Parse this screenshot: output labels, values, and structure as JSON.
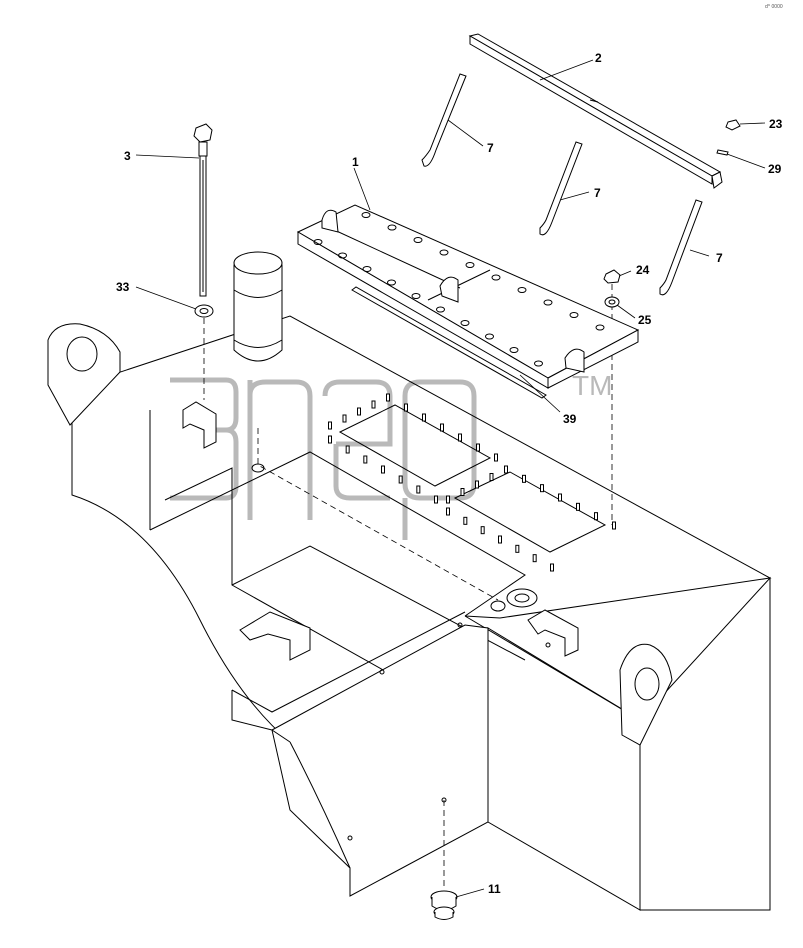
{
  "callouts": [
    {
      "id": "c1",
      "label": "1"
    },
    {
      "id": "c2",
      "label": "2"
    },
    {
      "id": "c3",
      "label": "3"
    },
    {
      "id": "c7a",
      "label": "7"
    },
    {
      "id": "c7b",
      "label": "7"
    },
    {
      "id": "c7c",
      "label": "7"
    },
    {
      "id": "c11",
      "label": "11"
    },
    {
      "id": "c23",
      "label": "23"
    },
    {
      "id": "c24",
      "label": "24"
    },
    {
      "id": "c25",
      "label": "25"
    },
    {
      "id": "c29",
      "label": "29"
    },
    {
      "id": "c33",
      "label": "33"
    },
    {
      "id": "c39",
      "label": "39"
    }
  ],
  "watermark": {
    "trademark": "TM"
  },
  "corner_code": "d^ 0000",
  "colors": {
    "line": "#000000",
    "watermark": "#b9b9b9",
    "background": "#ffffff"
  }
}
